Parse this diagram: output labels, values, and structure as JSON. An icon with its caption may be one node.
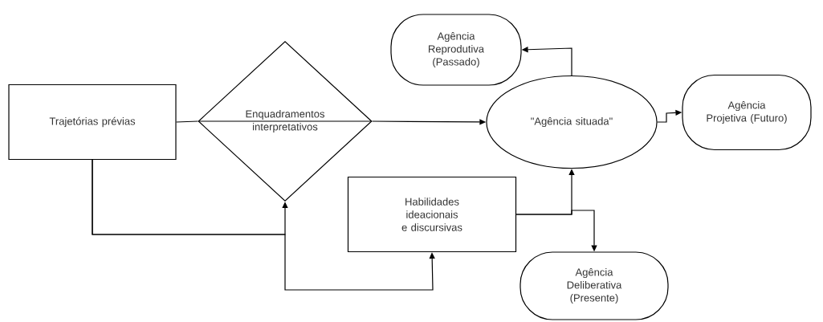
{
  "diagram": {
    "nodes": [
      {
        "text": [
          "Trajetórias prévias"
        ]
      },
      {
        "text": [
          "Enquadramentos interpretativos"
        ]
      },
      {
        "text": [
          "Agência Reprodutiva (Passado)"
        ]
      },
      {
        "text": [
          "\"Agência situada\""
        ]
      },
      {
        "text": [
          "Agência Projetiva (Futuro)"
        ]
      },
      {
        "text": [
          "Habilidades ideacionais e discursivas"
        ]
      },
      {
        "text": [
          "Agência Deliberativa (Presente)"
        ]
      }
    ],
    "edges": [
      {
        "from": 0,
        "to": 1,
        "arrow": "none"
      },
      {
        "from": 1,
        "to": 3,
        "arrow": "to"
      },
      {
        "from": 3,
        "to": 2,
        "arrow": "to"
      },
      {
        "from": 3,
        "to": 4,
        "arrow": "to"
      },
      {
        "from": 0,
        "to": 1,
        "arrow": "to"
      },
      {
        "from": 0,
        "to": 5,
        "arrow": "to"
      },
      {
        "from": 5,
        "to": 3,
        "arrow": "to"
      },
      {
        "from": 5,
        "to": 6,
        "arrow": "to"
      }
    ]
  }
}
